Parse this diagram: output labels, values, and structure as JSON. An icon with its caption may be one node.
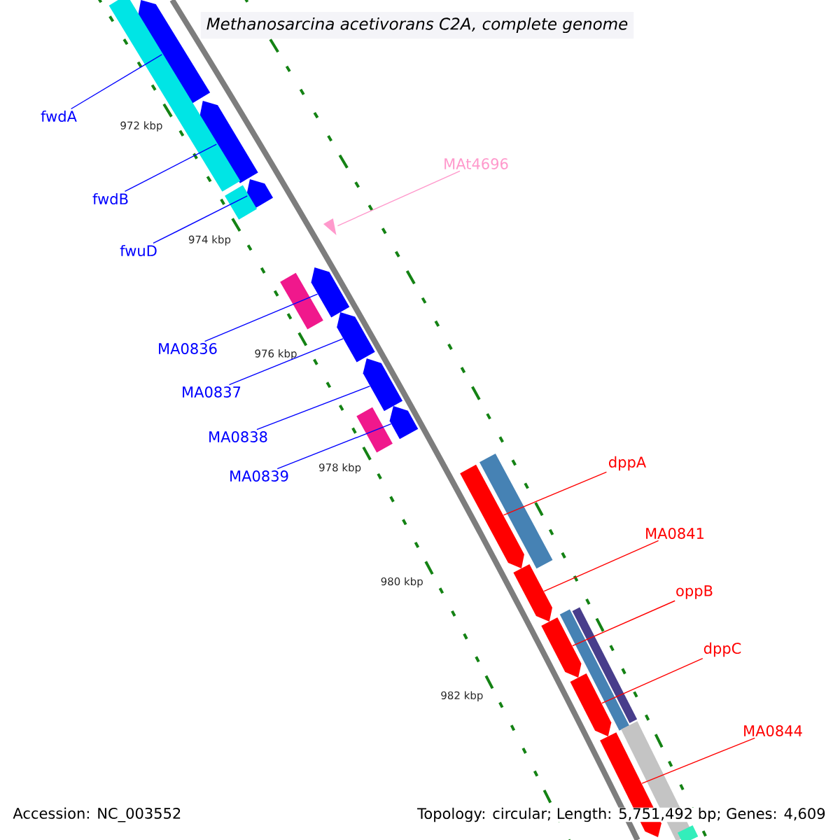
{
  "diagram": {
    "title": "Methanosarcina acetivorans C2A, complete genome",
    "nodes": [
      {
        "text": [
          "fwdA"
        ]
      },
      {
        "text": [
          "fwdB"
        ]
      },
      {
        "text": [
          "fwuD"
        ]
      },
      {
        "text": [
          "MAt4696"
        ]
      },
      {
        "text": [
          "MA0836"
        ]
      },
      {
        "text": [
          "MA0837"
        ]
      },
      {
        "text": [
          "MA0838"
        ]
      },
      {
        "text": [
          "MA0839"
        ]
      },
      {
        "text": [
          "dppA"
        ]
      },
      {
        "text": [
          "MA0841"
        ]
      },
      {
        "text": [
          "oppB"
        ]
      },
      {
        "text": [
          "dppC"
        ]
      },
      {
        "text": [
          "MA0844"
        ]
      },
      {
        "text": [],
        "shape": "bar"
      },
      {
        "text": [],
        "shape": "bar"
      },
      {
        "text": [],
        "shape": "bar"
      },
      {
        "text": [],
        "shape": "triangle"
      },
      {
        "text": [],
        "shape": "bar"
      },
      {
        "text": [],
        "shape": "bar"
      },
      {
        "text": [],
        "shape": "bar"
      },
      {
        "text": [],
        "shape": "bar"
      },
      {
        "text": [],
        "shape": "bar"
      },
      {
        "text": [],
        "shape": "bar"
      },
      {
        "text": [],
        "shape": "bar"
      },
      {
        "text": [],
        "shape": "bar"
      },
      {
        "text": [],
        "shape": "bar"
      },
      {
        "text": [],
        "shape": "bar"
      },
      {
        "text": [],
        "shape": "bar"
      },
      {
        "text": [],
        "shape": "bar"
      },
      {
        "text": [],
        "shape": "bar"
      },
      {
        "text": [],
        "shape": "bar"
      },
      {
        "text": [],
        "shape": "bar"
      },
      {
        "text": [],
        "shape": "bar"
      },
      {
        "text": [],
        "shape": "bar"
      },
      {
        "text": [],
        "shape": "bar"
      }
    ],
    "edges": [
      {
        "from": 0,
        "to": 13,
        "arrow": "none"
      },
      {
        "from": 1,
        "to": 14,
        "arrow": "none"
      },
      {
        "from": 2,
        "to": 15,
        "arrow": "none"
      },
      {
        "from": 3,
        "to": 16,
        "arrow": "none",
        "color": "#ff99cc"
      },
      {
        "from": 4,
        "to": 17,
        "arrow": "none"
      },
      {
        "from": 5,
        "to": 18,
        "arrow": "none"
      },
      {
        "from": 6,
        "to": 19,
        "arrow": "none"
      },
      {
        "from": 7,
        "to": 20,
        "arrow": "none"
      },
      {
        "from": 8,
        "to": 21,
        "arrow": "none",
        "color": "#ff0000"
      },
      {
        "from": 9,
        "to": 22,
        "arrow": "none",
        "color": "#ff0000"
      },
      {
        "from": 10,
        "to": 23,
        "arrow": "none",
        "color": "#ff0000"
      },
      {
        "from": 11,
        "to": 24,
        "arrow": "none",
        "color": "#ff0000"
      },
      {
        "from": 12,
        "to": 25,
        "arrow": "none",
        "color": "#ff0000"
      }
    ],
    "labels": [
      "972 kbp",
      "974 kbp",
      "976 kbp",
      "978 kbp",
      "980 kbp",
      "982 kbp",
      "Accession: NC_003552",
      "Topology: circular; Length: 5,751,492 bp; Genes: 4,609"
    ]
  }
}
